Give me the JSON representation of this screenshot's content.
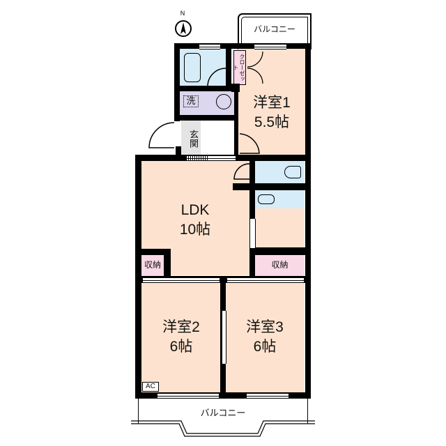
{
  "compass": {
    "label": "N"
  },
  "balconies": {
    "top": "バルコニー",
    "bottom": "バルコニー"
  },
  "rooms": {
    "western1": {
      "name": "洋室1",
      "size": "5.5帖"
    },
    "ldk": {
      "name": "LDK",
      "size": "10帖"
    },
    "western2": {
      "name": "洋室2",
      "size": "6帖"
    },
    "western3": {
      "name": "洋室3",
      "size": "6帖"
    },
    "closet": "クローゼット",
    "storage_left": "収納",
    "storage_right": "収納",
    "washroom": "洗",
    "entrance": "玄関",
    "ac": "AC"
  },
  "colors": {
    "room_floor": "#fde3cf",
    "wet_area": "#d6ecf8",
    "washroom": "#dcd6ee",
    "storage": "#f9d9e6",
    "entrance": "#e4e4e4",
    "wall": "#000000"
  }
}
